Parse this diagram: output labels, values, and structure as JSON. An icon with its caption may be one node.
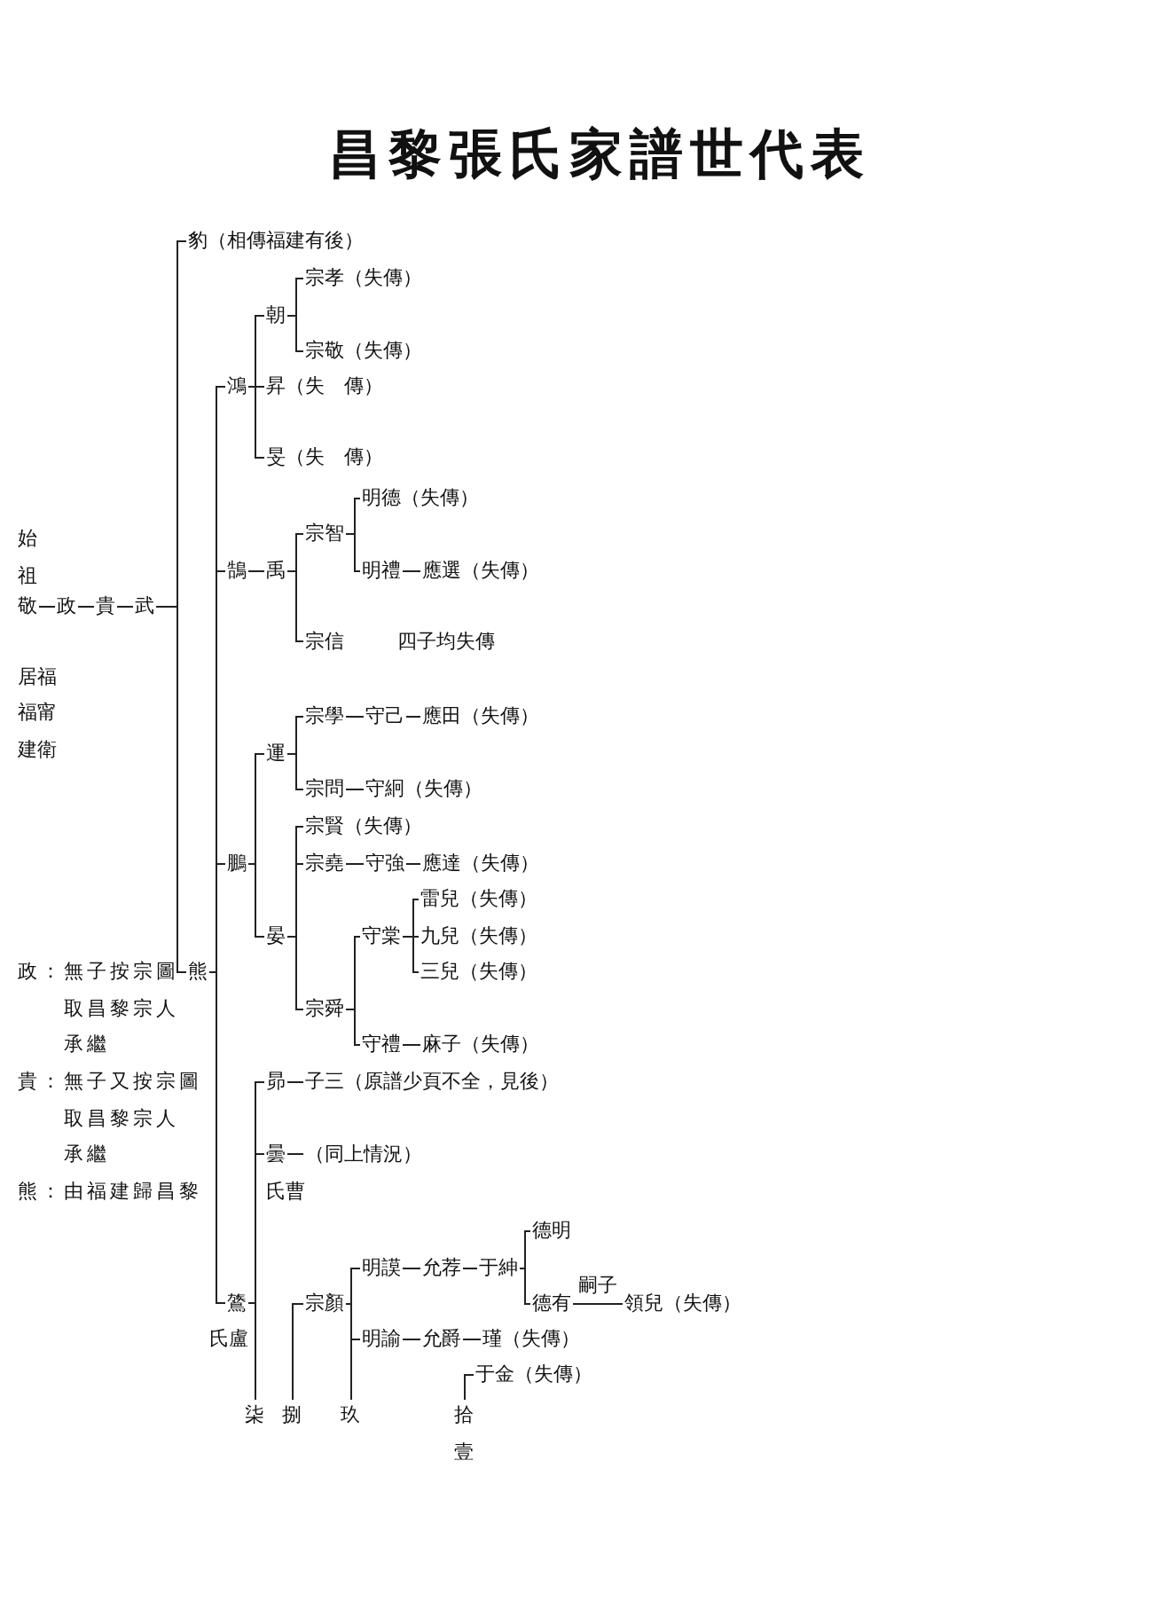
{
  "diagram": {
    "title": "昌黎張氏家譜世代表",
    "nodes": [
      {
        "text": [
          "敬"
        ]
      },
      {
        "text": [
          "政"
        ]
      },
      {
        "text": [
          "貴"
        ]
      },
      {
        "text": [
          "武"
        ]
      },
      {
        "text": [
          "豹（相傳福建有後）"
        ]
      },
      {
        "text": [
          "熊"
        ]
      },
      {
        "text": [
          "鴻"
        ]
      },
      {
        "text": [
          "朝"
        ]
      },
      {
        "text": [
          "宗孝（失傳）"
        ]
      },
      {
        "text": [
          "宗敬（失傳）"
        ]
      },
      {
        "text": [
          "昇（失　傳）"
        ]
      },
      {
        "text": [
          "旻（失　傳）"
        ]
      },
      {
        "text": [
          "鵠"
        ]
      },
      {
        "text": [
          "禹"
        ]
      },
      {
        "text": [
          "宗智"
        ]
      },
      {
        "text": [
          "明德（失傳）"
        ]
      },
      {
        "text": [
          "明禮"
        ]
      },
      {
        "text": [
          "應選（失傳）"
        ]
      },
      {
        "text": [
          "宗信"
        ],
        "beside": [
          "四子均失傳"
        ]
      },
      {
        "text": [
          "鵬"
        ]
      },
      {
        "text": [
          "運"
        ]
      },
      {
        "text": [
          "宗學"
        ]
      },
      {
        "text": [
          "守己"
        ]
      },
      {
        "text": [
          "應田（失傳）"
        ]
      },
      {
        "text": [
          "宗問"
        ]
      },
      {
        "text": [
          "守絅（失傳）"
        ]
      },
      {
        "text": [
          "晏"
        ]
      },
      {
        "text": [
          "宗賢（失傳）"
        ]
      },
      {
        "text": [
          "宗堯"
        ]
      },
      {
        "text": [
          "守強"
        ]
      },
      {
        "text": [
          "應達（失傳）"
        ]
      },
      {
        "text": [
          "宗舜"
        ]
      },
      {
        "text": [
          "守棠"
        ]
      },
      {
        "text": [
          "雷兒（失傳）"
        ]
      },
      {
        "text": [
          "九兒（失傳）"
        ]
      },
      {
        "text": [
          "三兒（失傳）"
        ]
      },
      {
        "text": [
          "守禮"
        ]
      },
      {
        "text": [
          "麻子（失傳）"
        ]
      },
      {
        "text": [
          "鷟"
        ],
        "beside": [
          "氏盧"
        ]
      },
      {
        "text": [
          "昴"
        ]
      },
      {
        "text": [
          "子三（原譜少頁不全，見後）"
        ]
      },
      {
        "text": [
          "曇"
        ],
        "beside": [
          "氏曹"
        ]
      },
      {
        "text": [
          "（同上情況）"
        ]
      },
      {
        "text": [
          "宗顏"
        ]
      },
      {
        "text": [
          "明謨"
        ]
      },
      {
        "text": [
          "允荐"
        ]
      },
      {
        "text": [
          "于紳"
        ]
      },
      {
        "text": [
          "德明"
        ]
      },
      {
        "text": [
          "德有"
        ]
      },
      {
        "text": [
          "領兒（失傳）"
        ]
      },
      {
        "text": [
          "明諭"
        ]
      },
      {
        "text": [
          "允爵"
        ]
      },
      {
        "text": [
          "瑾（失傳）"
        ]
      },
      {
        "text": [
          "于金（失傳）"
        ]
      },
      {
        "text": [
          "柒"
        ]
      },
      {
        "text": [
          "捌"
        ]
      },
      {
        "text": [
          "玖"
        ]
      },
      {
        "text": [
          "拾壹"
        ]
      }
    ],
    "edges": [
      {
        "from": 0,
        "to": 1,
        "arrow": "none"
      },
      {
        "from": 1,
        "to": 2,
        "arrow": "none"
      },
      {
        "from": 2,
        "to": 3,
        "arrow": "none"
      },
      {
        "from": 3,
        "to": 4,
        "arrow": "none"
      },
      {
        "from": 3,
        "to": 5,
        "arrow": "none"
      },
      {
        "from": 5,
        "to": 6,
        "arrow": "none"
      },
      {
        "from": 5,
        "to": 12,
        "arrow": "none"
      },
      {
        "from": 5,
        "to": 19,
        "arrow": "none"
      },
      {
        "from": 5,
        "to": 38,
        "arrow": "none"
      },
      {
        "from": 6,
        "to": 7,
        "arrow": "none"
      },
      {
        "from": 6,
        "to": 10,
        "arrow": "none"
      },
      {
        "from": 6,
        "to": 11,
        "arrow": "none"
      },
      {
        "from": 7,
        "to": 8,
        "arrow": "none"
      },
      {
        "from": 7,
        "to": 9,
        "arrow": "none"
      },
      {
        "from": 12,
        "to": 13,
        "arrow": "none"
      },
      {
        "from": 13,
        "to": 14,
        "arrow": "none"
      },
      {
        "from": 13,
        "to": 18,
        "arrow": "none"
      },
      {
        "from": 14,
        "to": 15,
        "arrow": "none"
      },
      {
        "from": 14,
        "to": 16,
        "arrow": "none"
      },
      {
        "from": 16,
        "to": 17,
        "arrow": "none"
      },
      {
        "from": 19,
        "to": 20,
        "arrow": "none"
      },
      {
        "from": 19,
        "to": 26,
        "arrow": "none"
      },
      {
        "from": 20,
        "to": 21,
        "arrow": "none"
      },
      {
        "from": 20,
        "to": 24,
        "arrow": "none"
      },
      {
        "from": 21,
        "to": 22,
        "arrow": "none"
      },
      {
        "from": 22,
        "to": 23,
        "arrow": "none"
      },
      {
        "from": 24,
        "to": 25,
        "arrow": "none"
      },
      {
        "from": 26,
        "to": 27,
        "arrow": "none"
      },
      {
        "from": 26,
        "to": 28,
        "arrow": "none"
      },
      {
        "from": 26,
        "to": 31,
        "arrow": "none"
      },
      {
        "from": 28,
        "to": 29,
        "arrow": "none"
      },
      {
        "from": 29,
        "to": 30,
        "arrow": "none"
      },
      {
        "from": 31,
        "to": 32,
        "arrow": "none"
      },
      {
        "from": 31,
        "to": 36,
        "arrow": "none"
      },
      {
        "from": 32,
        "to": 33,
        "arrow": "none"
      },
      {
        "from": 32,
        "to": 34,
        "arrow": "none"
      },
      {
        "from": 32,
        "to": 35,
        "arrow": "none"
      },
      {
        "from": 36,
        "to": 37,
        "arrow": "none"
      },
      {
        "from": 38,
        "to": 39,
        "arrow": "none"
      },
      {
        "from": 38,
        "to": 41,
        "arrow": "none"
      },
      {
        "from": 39,
        "to": 40,
        "arrow": "none"
      },
      {
        "from": 41,
        "to": 42,
        "arrow": "none"
      },
      {
        "from": 43,
        "to": 44,
        "arrow": "none"
      },
      {
        "from": 43,
        "to": 50,
        "arrow": "none"
      },
      {
        "from": 44,
        "to": 45,
        "arrow": "none"
      },
      {
        "from": 45,
        "to": 46,
        "arrow": "none"
      },
      {
        "from": 46,
        "to": 47,
        "arrow": "none"
      },
      {
        "from": 46,
        "to": 48,
        "arrow": "none"
      },
      {
        "from": 48,
        "to": 49,
        "arrow": "none",
        "label": "嗣子"
      },
      {
        "from": 50,
        "to": 51,
        "arrow": "none"
      },
      {
        "from": 51,
        "to": 52,
        "arrow": "none"
      },
      {
        "from": 38,
        "to": 54,
        "arrow": "none"
      },
      {
        "from": 55,
        "to": 43,
        "arrow": "none"
      },
      {
        "from": 43,
        "to": 56,
        "arrow": "none"
      },
      {
        "from": 57,
        "to": 53,
        "arrow": "none"
      }
    ],
    "labels": [
      "始祖",
      "居福",
      "福甯",
      "建衛",
      "政：無子按宗圖",
      "取昌黎宗人",
      "承繼",
      "貴：無子又按宗圖",
      "取昌黎宗人",
      "承繼",
      "熊：由福建歸昌黎"
    ]
  }
}
